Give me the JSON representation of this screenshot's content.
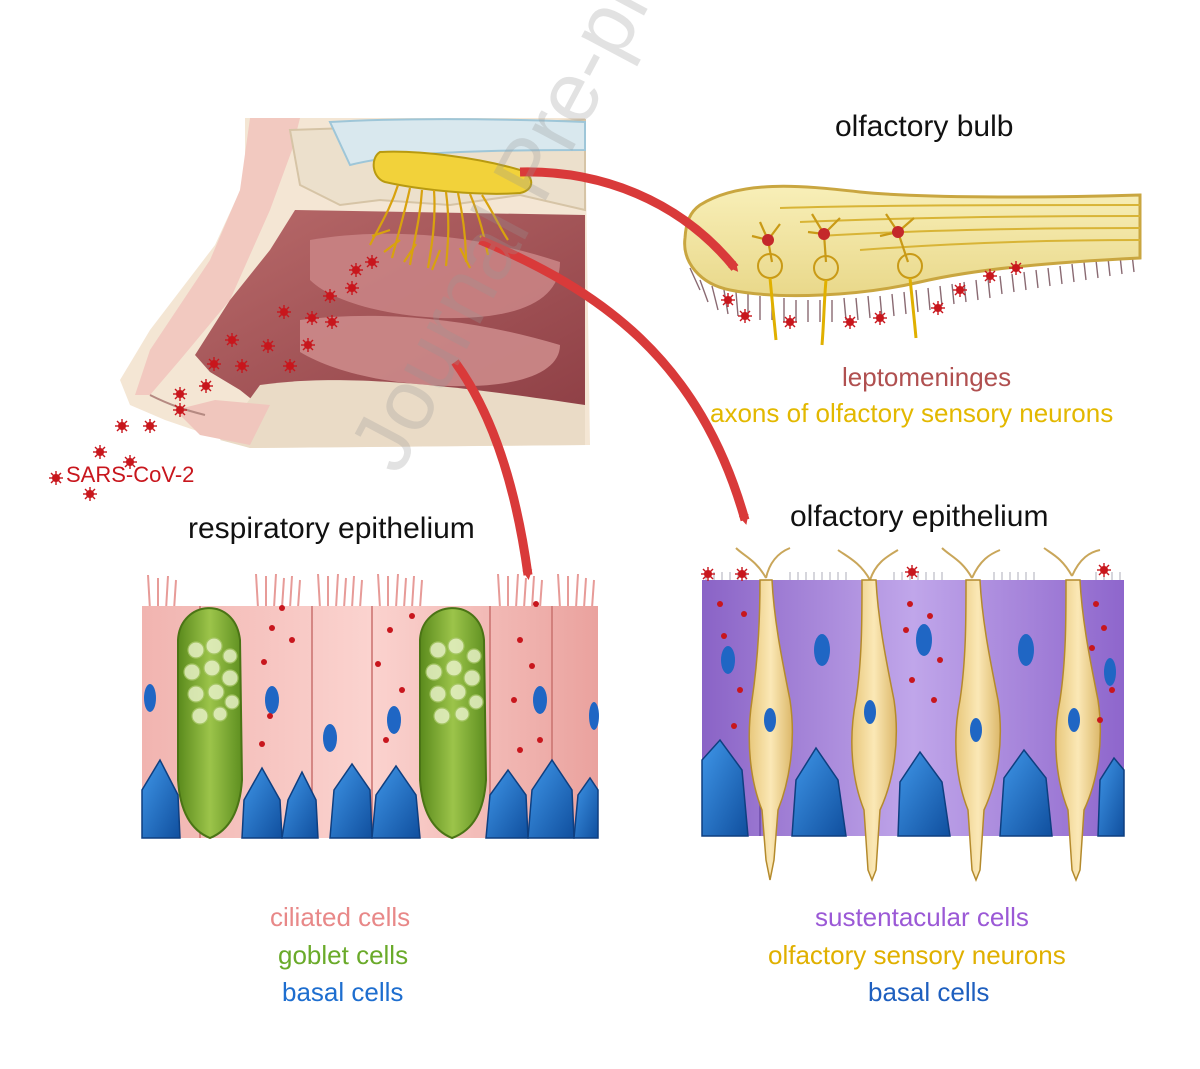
{
  "titles": {
    "olfactory_bulb": "olfactory bulb",
    "respiratory_epithelium": "respiratory epithelium",
    "olfactory_epithelium": "olfactory epithelium"
  },
  "virus_label": "SARS-CoV-2",
  "bulb_legend": {
    "leptomeninges": "leptomeninges",
    "axons": "axons of olfactory sensory neurons"
  },
  "respiratory_legend": {
    "ciliated": "ciliated cells",
    "goblet": "goblet cells",
    "basal": "basal cells"
  },
  "olfactory_legend": {
    "sustentacular": "sustentacular cells",
    "neurons": "olfactory sensory neurons",
    "basal": "basal cells"
  },
  "watermark": "Journal Pre-proof",
  "colors": {
    "virus": "#c8161d",
    "arrow": "#d93a3a",
    "ciliated": "#e88888",
    "goblet": "#6aaa2a",
    "basal": "#1e6ecf",
    "sustentacular": "#9b59d6",
    "neurons": "#e0b000",
    "leptomeninges": "#b05050",
    "axons": "#e3b800"
  }
}
